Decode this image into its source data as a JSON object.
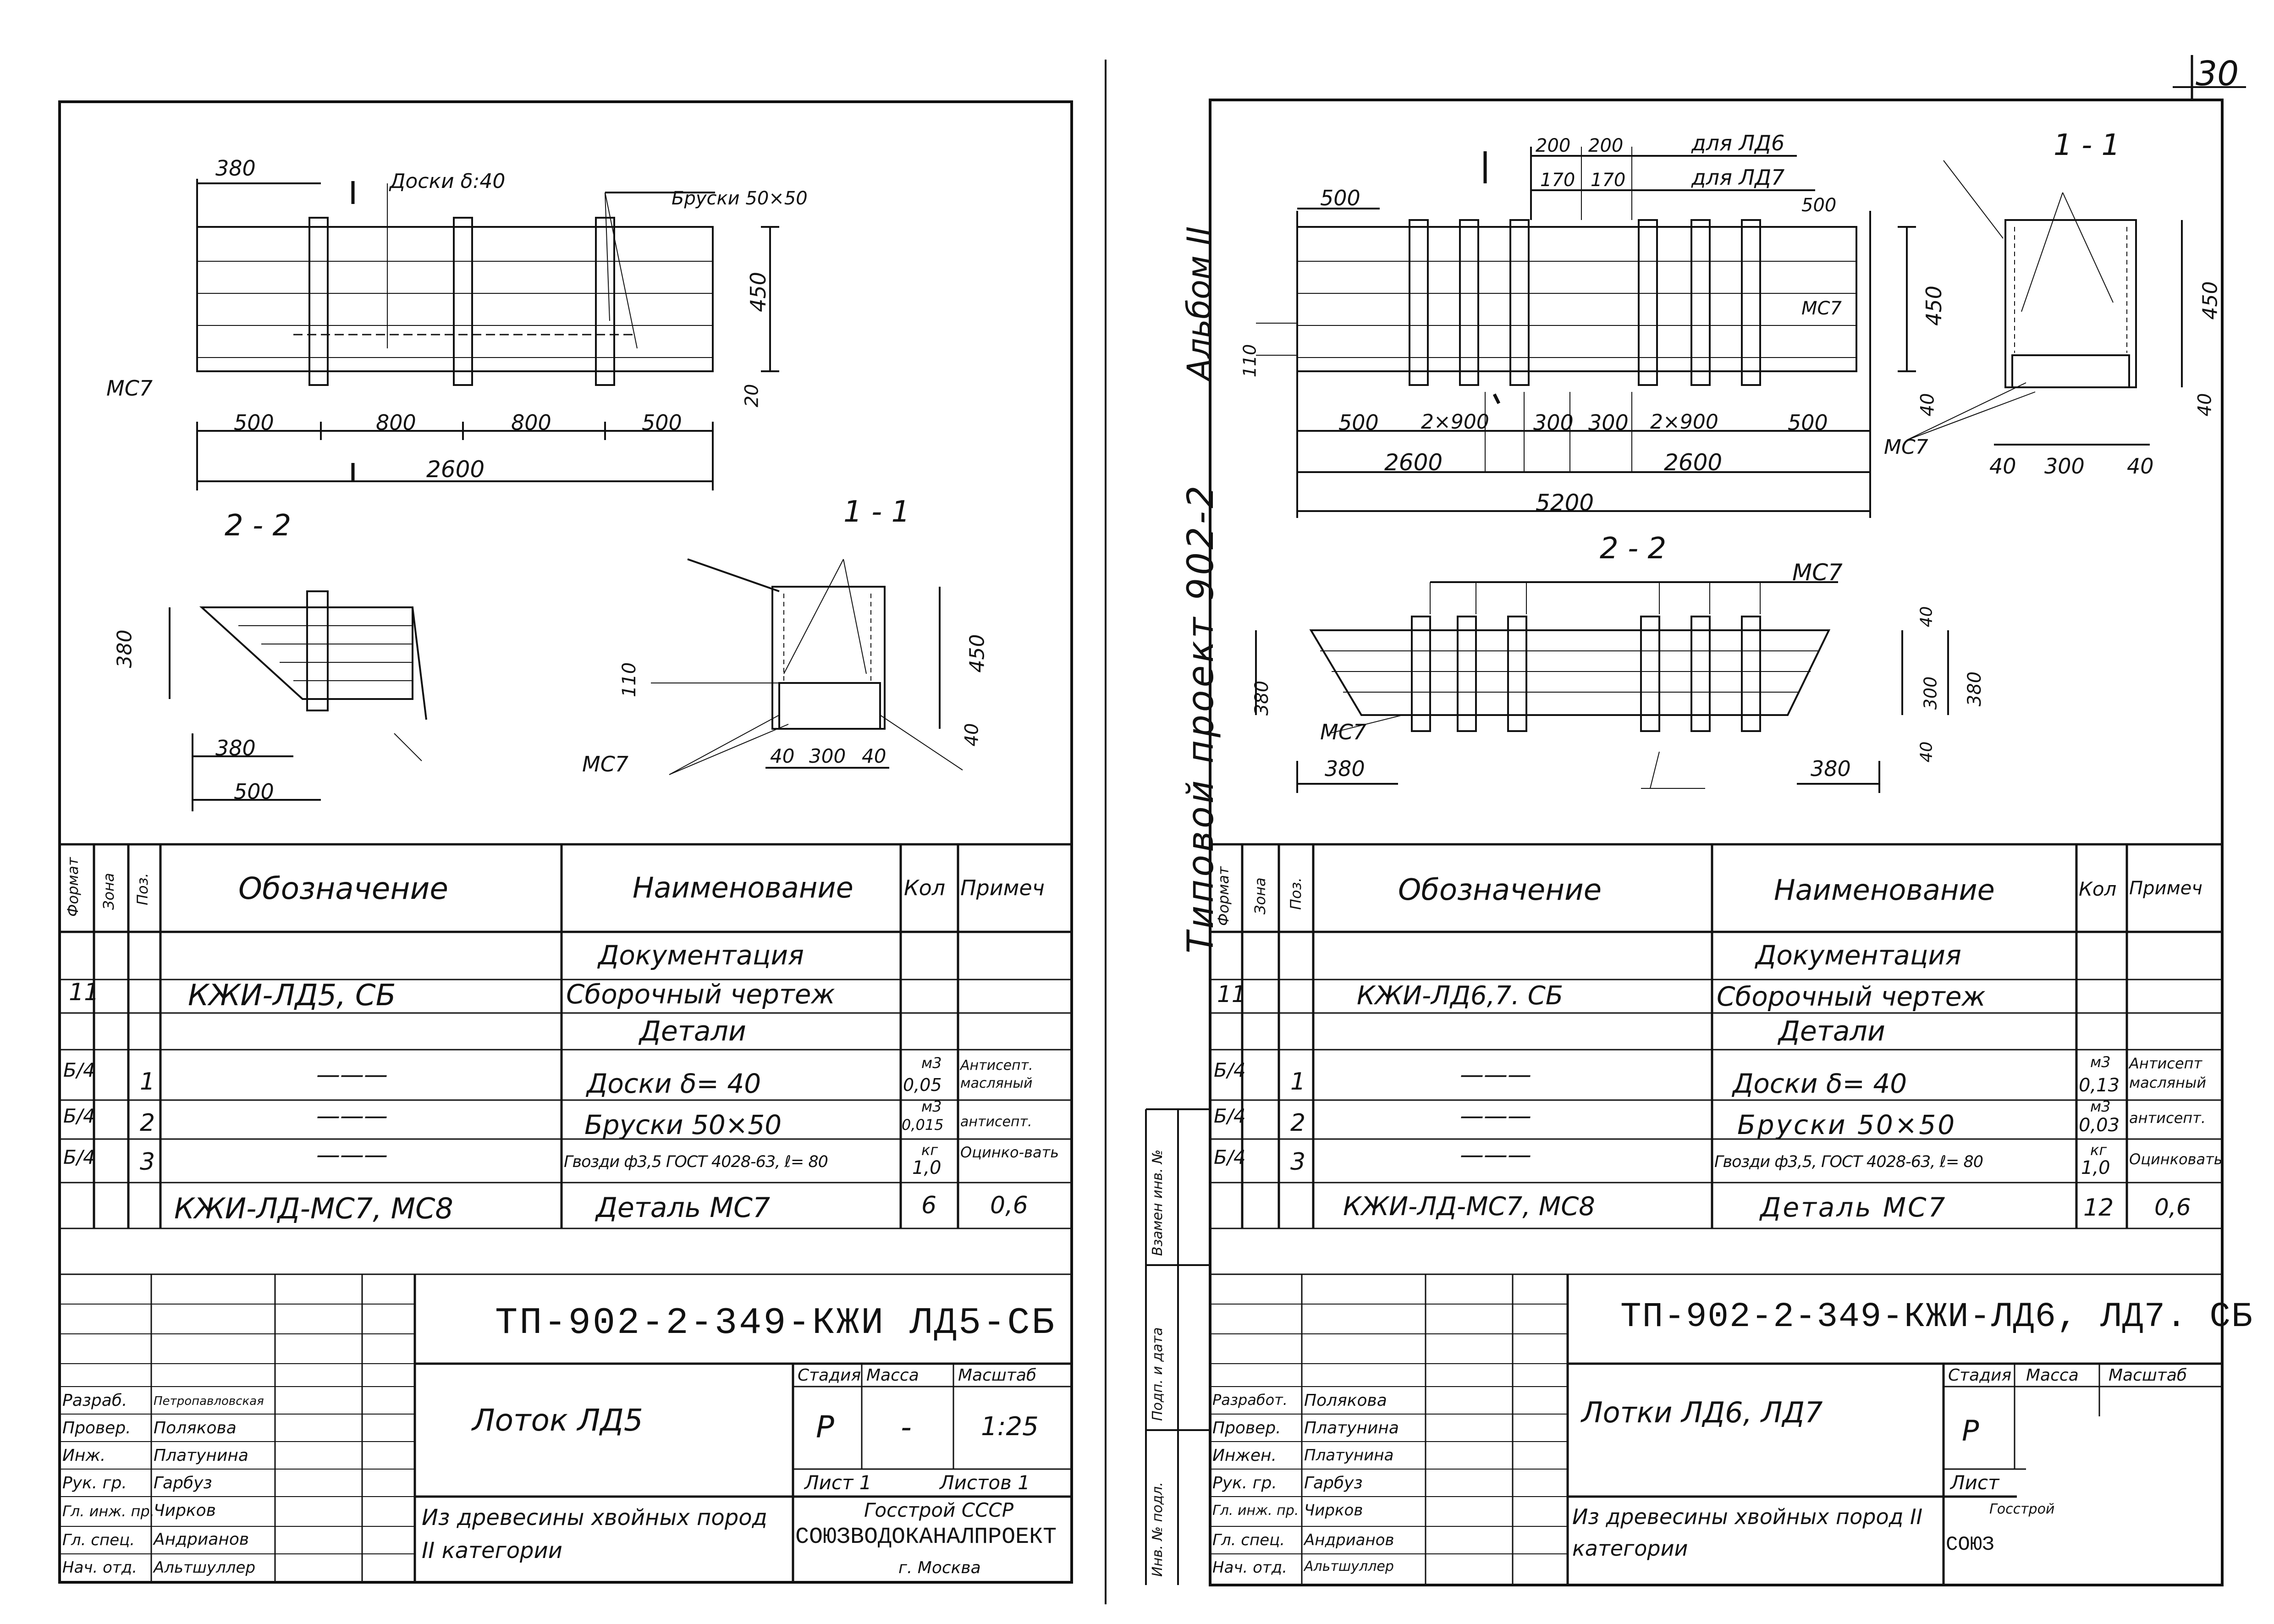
{
  "page_number": "30",
  "side_album": "Альбом II",
  "side_project": "Типовой проект 902-2",
  "side_stamps": [
    "Взамен инв. №",
    "Подп. и дата",
    "Инв. № подл."
  ],
  "sheets": [
    {
      "id": "left",
      "drawing_labels": {
        "section_22": "2 - 2",
        "section_11": "1 - 1",
        "boards": "Доски δ:40",
        "bars": "Бруски 50×50",
        "mc7": "МС7",
        "dims_plan": [
          "380",
          "450",
          "20",
          "500",
          "800",
          "800",
          "500",
          "2600"
        ],
        "dims_22": [
          "380",
          "380",
          "500"
        ],
        "dims_11": [
          "110",
          "450",
          "40",
          "40",
          "300",
          "40"
        ]
      },
      "spec_headers": {
        "format": "Формат",
        "zone": "Зона",
        "pos": "Поз.",
        "designation": "Обозначение",
        "name": "Наименование",
        "qty": "Кол",
        "note": "Примеч"
      },
      "spec_rows": [
        {
          "format": "",
          "pos": "",
          "designation": "",
          "name": "Документация",
          "qty": "",
          "note": ""
        },
        {
          "format": "11",
          "pos": "",
          "designation": "КЖИ-ЛД5, СБ",
          "name": "Сборочный чертеж",
          "qty": "",
          "note": ""
        },
        {
          "format": "",
          "pos": "",
          "designation": "",
          "name": "Детали",
          "qty": "",
          "note": ""
        },
        {
          "format": "Б/4",
          "pos": "1",
          "designation": "———",
          "name": "Доски δ= 40",
          "qty_unit": "м3",
          "qty": "0,05",
          "note": "Антисепт. масляный"
        },
        {
          "format": "Б/4",
          "pos": "2",
          "designation": "———",
          "name": "Бруски 50×50",
          "qty_unit": "м3",
          "qty": "0,015",
          "note": "антисепт."
        },
        {
          "format": "Б/4",
          "pos": "3",
          "designation": "———",
          "name": "Гвозди ф3,5 ГОСТ 4028-63, ℓ= 80",
          "qty_unit": "кг",
          "qty": "1,0",
          "note": "Оцинко-вать"
        },
        {
          "format": "",
          "pos": "",
          "designation": "КЖИ-ЛД-МС7, МС8",
          "name": "Деталь МС7",
          "qty": "6",
          "note": "0,6"
        }
      ],
      "title_code": "ТП-902-2-349-КЖИ ЛД5-СБ",
      "item_name": "Лоток ЛД5",
      "material": "Из древесины хвойных пород II категории",
      "stage_label": "Стадия",
      "mass_label": "Масса",
      "scale_label": "Масштаб",
      "stage": "Р",
      "mass": "-",
      "scale": "1:25",
      "sheet_label": "Лист 1",
      "sheets_label": "Листов 1",
      "org1": "Госстрой СССР",
      "org2": "СОЮЗВОДОКАНАЛПРОЕКТ",
      "city": "г. Москва",
      "signatures": [
        {
          "role": "Разраб.",
          "name": "Петропавловская"
        },
        {
          "role": "Провер.",
          "name": "Полякова"
        },
        {
          "role": "Инж.",
          "name": "Платунина"
        },
        {
          "role": "Рук. гр.",
          "name": "Гарбуз"
        },
        {
          "role": "Гл. инж. пр.",
          "name": "Чирков"
        },
        {
          "role": "Гл. спец.",
          "name": "Андрианов"
        },
        {
          "role": "Нач. отд.",
          "name": "Альтшуллер"
        }
      ]
    },
    {
      "id": "right",
      "drawing_labels": {
        "section_22": "2 - 2",
        "section_11": "1 - 1",
        "for_ld6": "для ЛД6",
        "for_ld7": "для ЛД7",
        "mc7": "МС7",
        "dims_plan_top": [
          "200",
          "200",
          "170",
          "170",
          "500",
          "500"
        ],
        "dims_plan": [
          "500",
          "2×900",
          "300",
          "300",
          "2×900",
          "500",
          "2600",
          "2600",
          "5200",
          "110",
          "450",
          "40"
        ],
        "dims_22": [
          "380",
          "380",
          "380",
          "40",
          "300",
          "40",
          "380"
        ],
        "dims_11": [
          "450",
          "40",
          "40",
          "300",
          "40"
        ]
      },
      "spec_headers": {
        "format": "Формат",
        "zone": "Зона",
        "pos": "Поз.",
        "designation": "Обозначение",
        "name": "Наименование",
        "qty": "Кол",
        "note": "Примеч"
      },
      "spec_rows": [
        {
          "format": "",
          "pos": "",
          "designation": "",
          "name": "Документация",
          "qty": "",
          "note": ""
        },
        {
          "format": "11",
          "pos": "",
          "designation": "КЖИ-ЛД6,7. СБ",
          "name": "Сборочный чертеж",
          "qty": "",
          "note": ""
        },
        {
          "format": "",
          "pos": "",
          "designation": "",
          "name": "Детали",
          "qty": "",
          "note": ""
        },
        {
          "format": "Б/4",
          "pos": "1",
          "designation": "———",
          "name": "Доски δ= 40",
          "qty_unit": "м3",
          "qty": "0,13",
          "note": "Антисепт масляный"
        },
        {
          "format": "Б/4",
          "pos": "2",
          "designation": "———",
          "name": "Бруски 50×50",
          "qty_unit": "м3",
          "qty": "0,03",
          "note": "антисепт."
        },
        {
          "format": "Б/4",
          "pos": "3",
          "designation": "———",
          "name": "Гвозди ф3,5, ГОСТ 4028-63, ℓ= 80",
          "qty_unit": "кг",
          "qty": "1,0",
          "note": "Оцинковать"
        },
        {
          "format": "",
          "pos": "",
          "designation": "КЖИ-ЛД-МС7, МС8",
          "name": "Деталь МС7",
          "qty": "12",
          "note": "0,6"
        }
      ],
      "title_code": "ТП-902-2-349-КЖИ-ЛД6, ЛД7. СБ",
      "item_name": "Лотки ЛД6, ЛД7",
      "material": "Из древесины хвойных пород II категории",
      "stage_label": "Стадия",
      "mass_label": "Масса",
      "scale_label": "Масштаб",
      "stage": "Р",
      "sheet_label": "Лист",
      "org1": "Госстрой",
      "org2": "СОЮЗ",
      "signatures": [
        {
          "role": "Разработ.",
          "name": "Полякова"
        },
        {
          "role": "Провер.",
          "name": "Платунина"
        },
        {
          "role": "Инжен.",
          "name": "Платунина"
        },
        {
          "role": "Рук. гр.",
          "name": "Гарбуз"
        },
        {
          "role": "Гл. инж. пр.",
          "name": "Чирков"
        },
        {
          "role": "Гл. спец.",
          "name": "Андрианов"
        },
        {
          "role": "Нач. отд.",
          "name": "Альтшуллер"
        }
      ]
    }
  ]
}
